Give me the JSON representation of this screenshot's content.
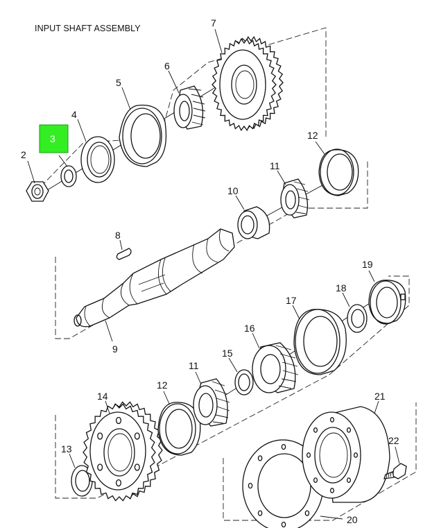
{
  "title": "INPUT SHAFT ASSEMBLY",
  "colors": {
    "highlight": "#33ee22",
    "ink": "#111111",
    "background": "#ffffff"
  },
  "highlighted_part": "3",
  "callouts": {
    "c2": "2",
    "c3": "3",
    "c4": "4",
    "c5": "5",
    "c6": "6",
    "c7": "7",
    "c8": "8",
    "c9": "9",
    "c10": "10",
    "c11a": "11",
    "c11b": "11",
    "c12a": "12",
    "c12b": "12",
    "c13": "13",
    "c14": "14",
    "c15": "15",
    "c16": "16",
    "c17": "17",
    "c18": "18",
    "c19": "19",
    "c20": "20",
    "c21": "21",
    "c22": "22"
  }
}
